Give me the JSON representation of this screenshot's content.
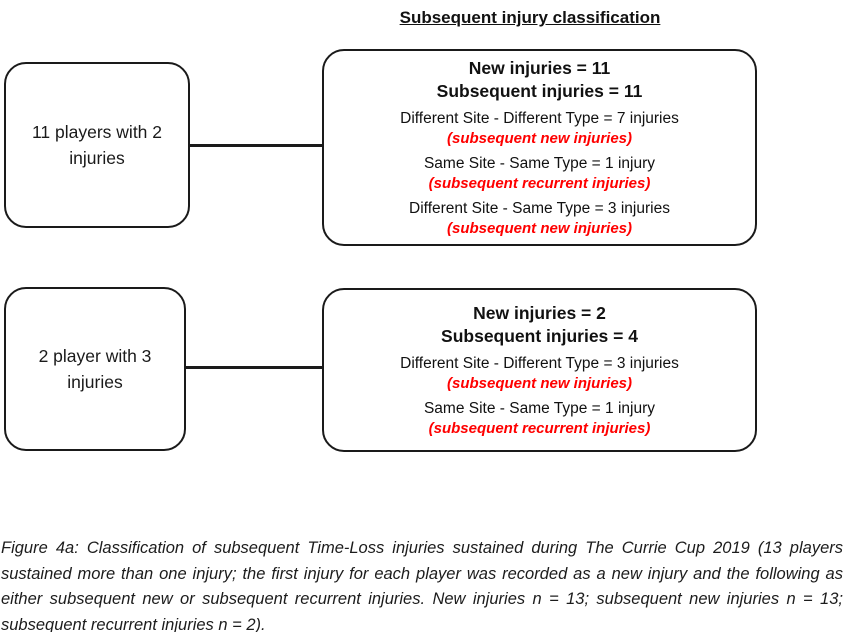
{
  "title": "Subsequent injury classification",
  "colors": {
    "ink": "#1a1a1a",
    "note_red": "#ff0000",
    "background": "#ffffff"
  },
  "flow": {
    "groups": [
      {
        "source": "11 players with 2 injuries",
        "summary": [
          "New injuries = 11",
          "Subsequent injuries = 11"
        ],
        "details": [
          {
            "label": "Different Site - Different Type = 7 injuries",
            "note": "(subsequent new injuries)"
          },
          {
            "label": "Same Site - Same Type = 1 injury",
            "note": "(subsequent recurrent injuries)"
          },
          {
            "label": "Different Site - Same Type = 3 injuries",
            "note": "(subsequent new injuries)"
          }
        ]
      },
      {
        "source": "2 player with 3 injuries",
        "summary": [
          "New injuries = 2",
          "Subsequent injuries = 4"
        ],
        "details": [
          {
            "label": "Different Site - Different Type = 3 injuries",
            "note": "(subsequent new injuries)"
          },
          {
            "label": "Same Site - Same Type = 1 injury",
            "note": "(subsequent recurrent injuries)"
          }
        ]
      }
    ]
  },
  "caption": "Figure 4a: Classification of subsequent Time-Loss injuries sustained during The Currie Cup 2019 (13 players sustained more than one injury; the first injury for each player was recorded as a new injury and the following as either subsequent new or subsequent recurrent injuries. New injuries n = 13; subsequent new injuries n = 13; subsequent recurrent injuries n = 2)."
}
